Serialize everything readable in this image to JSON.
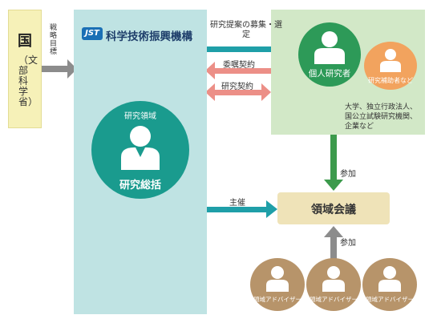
{
  "colors": {
    "govt_box": "#f6f1b8",
    "jst_box": "#bfe3e3",
    "research_box": "#d2e8c7",
    "council_box": "#efe3b8",
    "teal_arrow": "#1f9fa8",
    "pink_arrow": "#ec8f87",
    "gray_arrow": "#8c8c8c",
    "green_arrow": "#3c9a4c",
    "green_circle": "#2d9a58",
    "orange_circle": "#f2a35e",
    "teal_circle": "#1a9b8e",
    "brown_circle": "#b7946a"
  },
  "govt": {
    "main": "国",
    "sub": "（文部科学省）"
  },
  "arrow_labels": {
    "strategic_goal": "戦略目標",
    "proposal": "研究提案の募集・選定",
    "commission": "委嘱契約",
    "research_contract": "研究契約",
    "host": "主催",
    "participate_top": "参加",
    "participate_bottom": "参加"
  },
  "jst": {
    "logo": "JST",
    "name": "科学技術振興機構"
  },
  "supervisor": {
    "top": "研究領域",
    "bottom": "研究総括",
    "icon": "person-icon"
  },
  "researcher": {
    "label": "個人研究者",
    "icon": "person-icon"
  },
  "assistant": {
    "label": "研究補助者など",
    "icon": "person-icon"
  },
  "institutions": [
    "大学、独立行政法人、",
    "国公立試験研究機関、",
    "企業など"
  ],
  "council": "領域会議",
  "advisors": [
    "領域アドバイザー",
    "領域アドバイザー",
    "領域アドバイザー"
  ]
}
